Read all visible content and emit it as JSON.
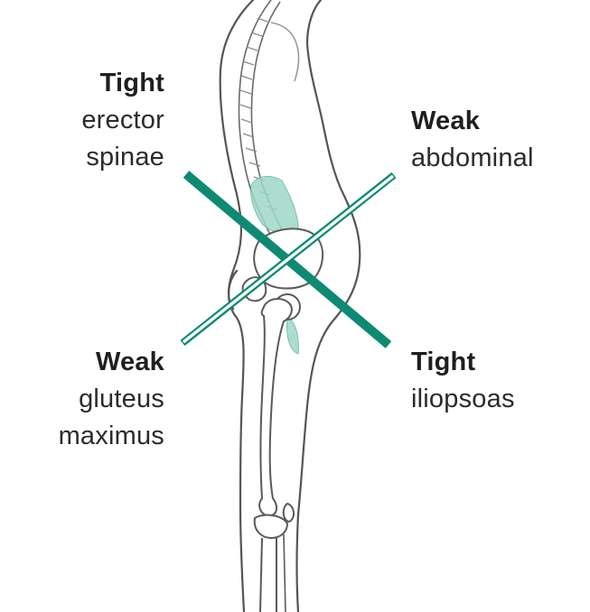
{
  "labels": {
    "top_left": {
      "status": "Tight",
      "lines": [
        "erector",
        "spinae"
      ]
    },
    "top_right": {
      "status": "Weak",
      "lines": [
        "abdominal"
      ]
    },
    "bottom_left": {
      "status": "Weak",
      "lines": [
        "gluteus",
        "maximus"
      ]
    },
    "bottom_right": {
      "status": "Tight",
      "lines": [
        "iliopsoas"
      ]
    }
  },
  "colors": {
    "tight_line": "#0e8a73",
    "weak_line": "#0e8a73",
    "muscle_fill": "#9fd8c8",
    "outline": "#555555"
  },
  "icons": [
    "body-silhouette-icon",
    "spine-icon",
    "pelvis-icon",
    "femur-icon",
    "knee-icon"
  ]
}
